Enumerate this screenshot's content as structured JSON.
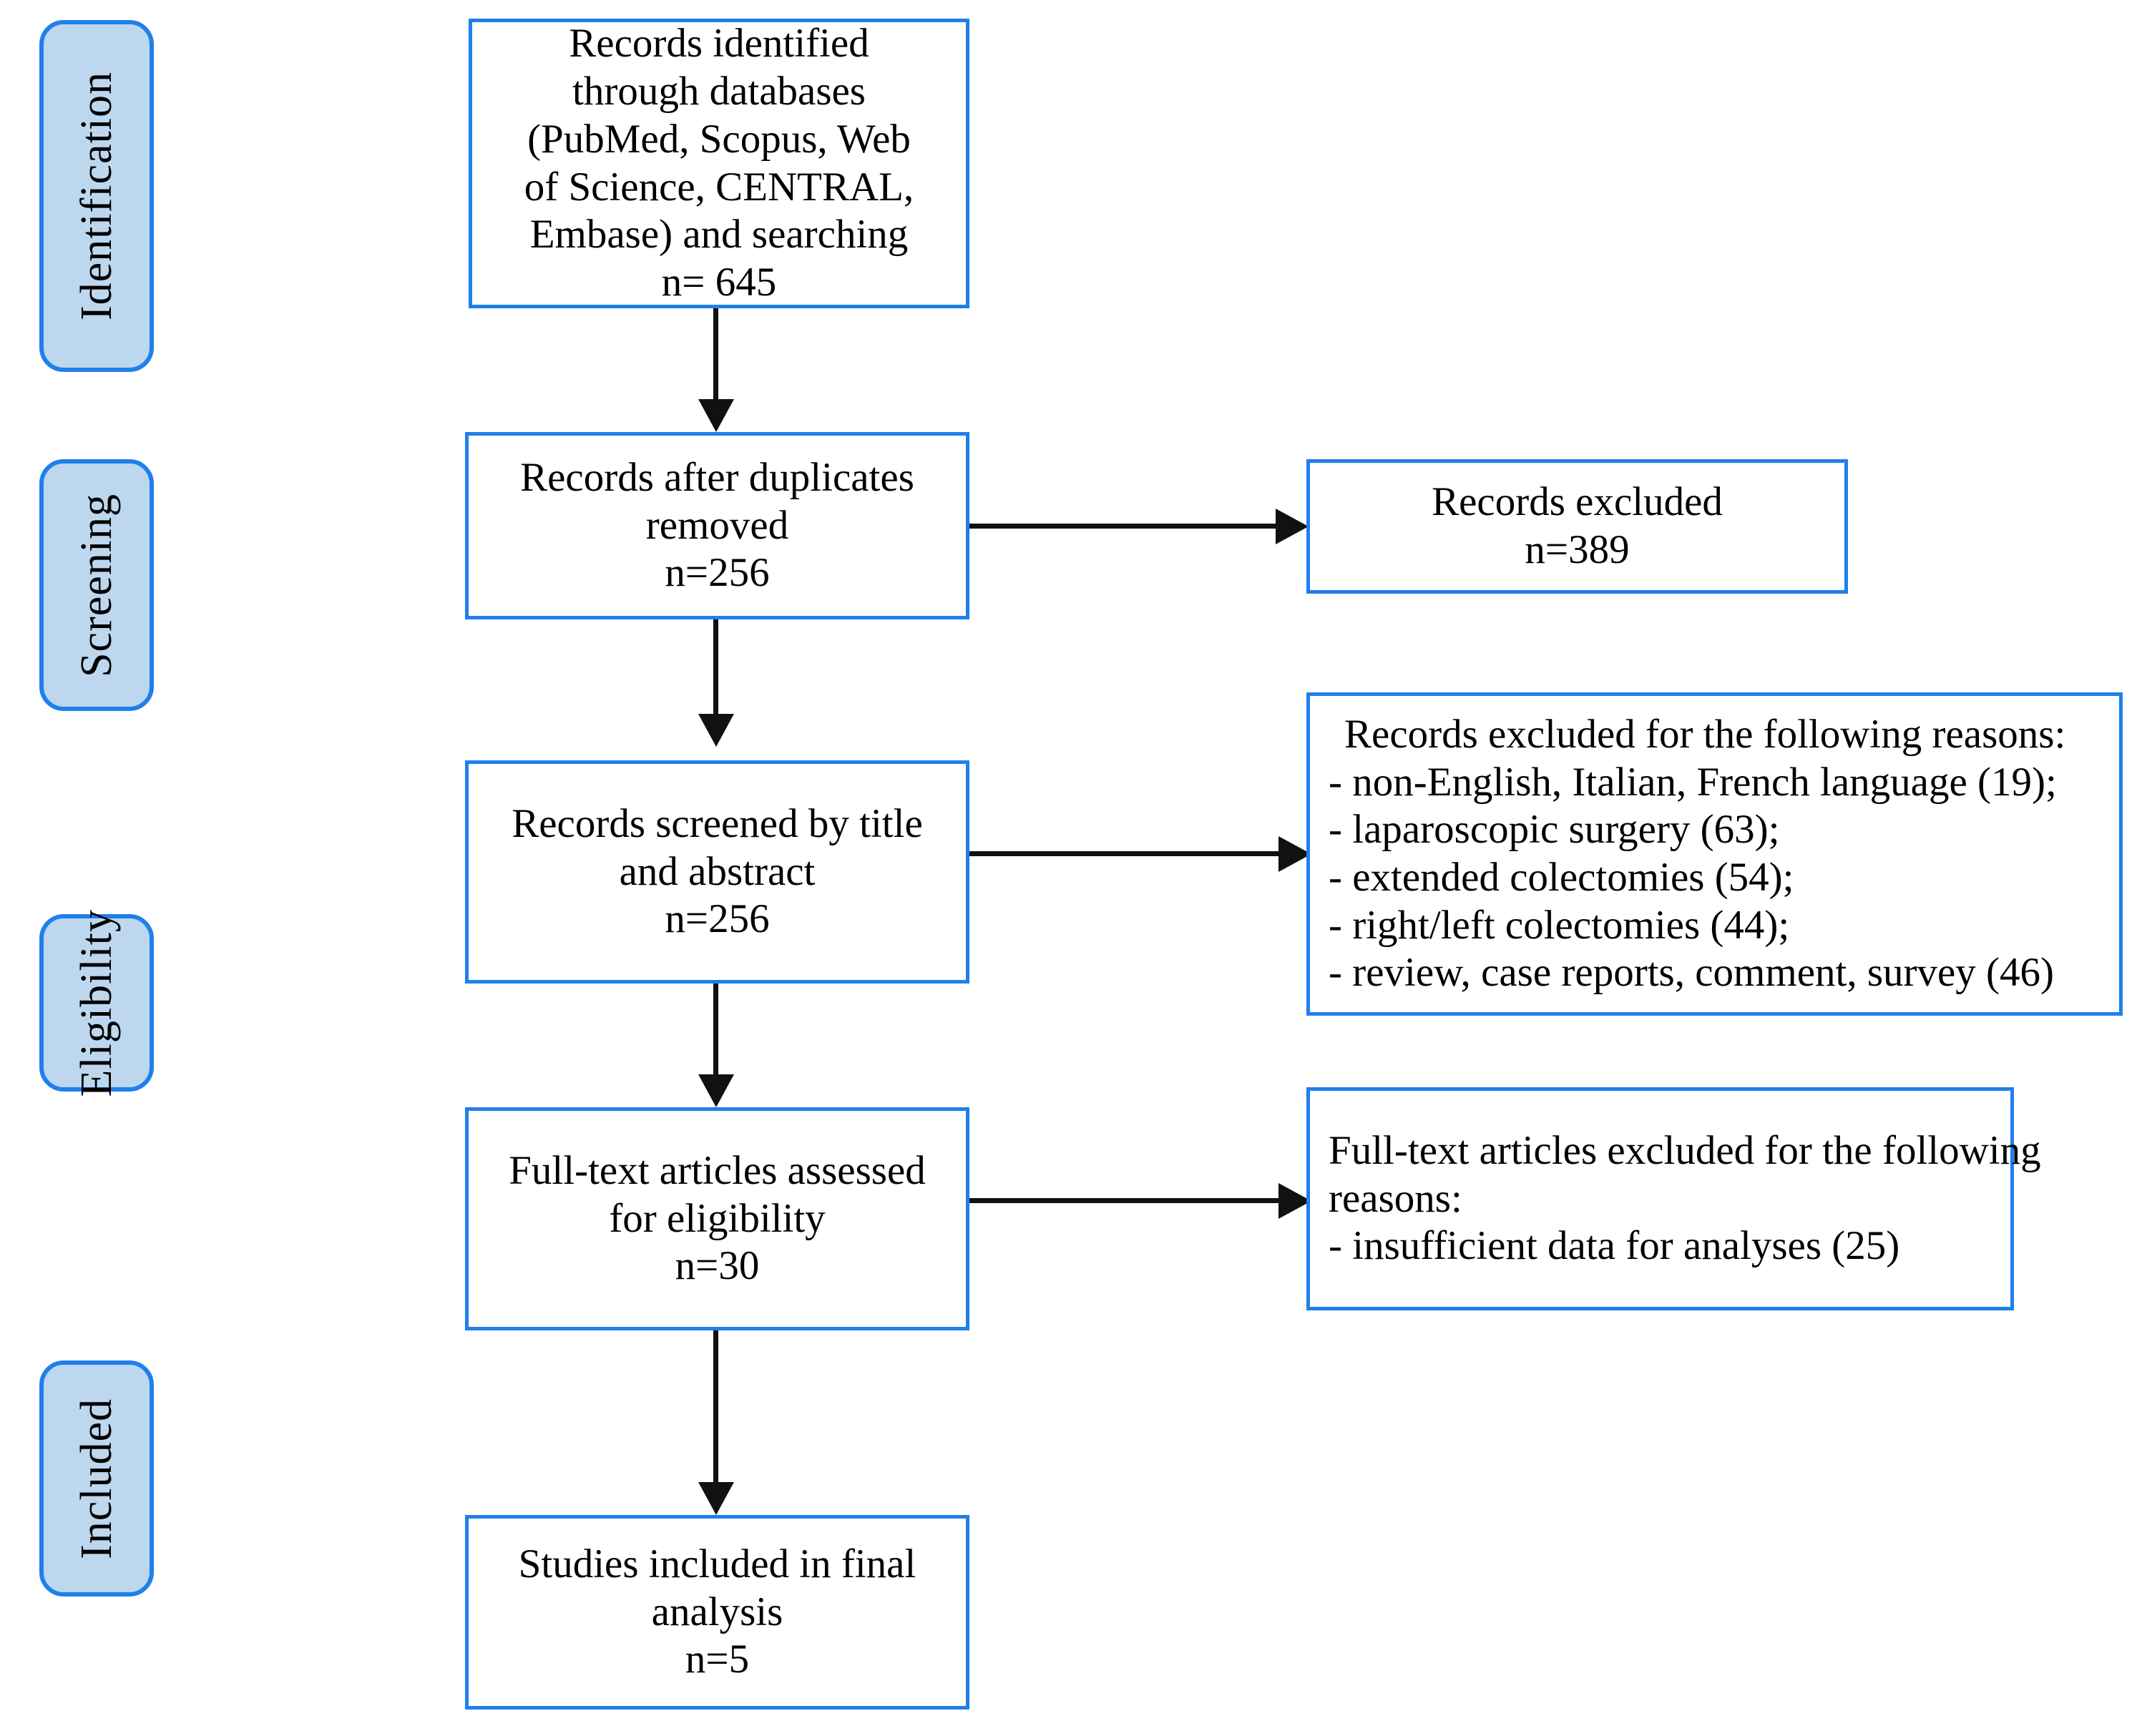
{
  "diagram": {
    "title": "PRISMA study selection flow diagram",
    "accent_color": "#1f7fec",
    "phase_fill_color": "#bdd7ee",
    "node_fill_color": "#ffffff",
    "connector_color": "#111111"
  },
  "phases": [
    {
      "label": "Identification"
    },
    {
      "label": "Screening"
    },
    {
      "label": "Eligibility"
    },
    {
      "label": "Included"
    }
  ],
  "nodes": {
    "identified": {
      "lines": [
        "Records identified",
        "through databases",
        "(PubMed, Scopus, Web",
        "of Science, CENTRAL,",
        "Embase) and searching",
        "n= 645"
      ],
      "count": 645
    },
    "after_duplicates": {
      "lines": [
        "Records after duplicates",
        "removed",
        "n=256"
      ],
      "count": 256
    },
    "excluded_duplicates": {
      "lines": [
        "Records excluded",
        "n=389"
      ],
      "count": 389
    },
    "screened": {
      "lines": [
        "Records screened by title",
        "and abstract",
        "n=256"
      ],
      "count": 256
    },
    "excluded_reasons": {
      "lines": [
        "Records excluded for the following reasons:",
        "- non-English, Italian, French language (19);",
        "- laparoscopic surgery (63);",
        "- extended colectomies (54);",
        "- right/left colectomies (44);",
        "- review, case reports, comment, survey (46)"
      ],
      "reasons": [
        {
          "reason": "non-English, Italian, French language",
          "count": 19
        },
        {
          "reason": "laparoscopic surgery",
          "count": 63
        },
        {
          "reason": "extended colectomies",
          "count": 54
        },
        {
          "reason": "right/left colectomies",
          "count": 44
        },
        {
          "reason": "review, case reports, comment, survey",
          "count": 46
        }
      ]
    },
    "fulltext_assessed": {
      "lines": [
        "Full-text articles assessed",
        "for eligibility",
        "n=30"
      ],
      "count": 30
    },
    "fulltext_excluded": {
      "lines": [
        "Full-text articles excluded for the following",
        "reasons:",
        "- insufficient data for analyses (25)"
      ],
      "reasons": [
        {
          "reason": "insufficient data for analyses",
          "count": 25
        }
      ]
    },
    "included_final": {
      "lines": [
        "Studies included in final",
        "analysis",
        "n=5"
      ],
      "count": 5
    }
  }
}
